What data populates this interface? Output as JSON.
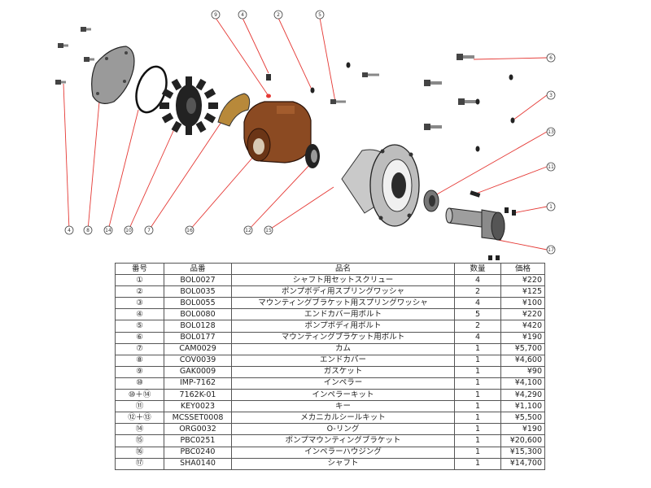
{
  "diagram": {
    "callouts": [
      {
        "id": "9",
        "label": "9"
      },
      {
        "id": "4a",
        "label": "4"
      },
      {
        "id": "2",
        "label": "2"
      },
      {
        "id": "5",
        "label": "5"
      },
      {
        "id": "6",
        "label": "6"
      },
      {
        "id": "3",
        "label": "3"
      },
      {
        "id": "13",
        "label": "13"
      },
      {
        "id": "11",
        "label": "11"
      },
      {
        "id": "1",
        "label": "1"
      },
      {
        "id": "17",
        "label": "17"
      },
      {
        "id": "4b",
        "label": "4"
      },
      {
        "id": "8",
        "label": "8"
      },
      {
        "id": "14",
        "label": "14"
      },
      {
        "id": "10",
        "label": "10"
      },
      {
        "id": "7",
        "label": "7"
      },
      {
        "id": "16",
        "label": "16"
      },
      {
        "id": "12",
        "label": "12"
      },
      {
        "id": "15",
        "label": "15"
      }
    ],
    "colors": {
      "leader": "#e53935",
      "bronze": "#8b4a22",
      "steel": "#a9a9a9",
      "black_rubber": "#222222",
      "brass": "#b8893a"
    }
  },
  "table": {
    "headers": {
      "no": "番号",
      "code": "品番",
      "name": "品名",
      "qty": "数量",
      "price": "価格"
    },
    "rows": [
      {
        "no": "①",
        "code": "BOL0027",
        "name": "シャフト用セットスクリュー",
        "qty": "4",
        "price": "¥220"
      },
      {
        "no": "②",
        "code": "BOL0035",
        "name": "ポンプボディ用スプリングワッシャ",
        "qty": "2",
        "price": "¥125"
      },
      {
        "no": "③",
        "code": "BOL0055",
        "name": "マウンティングブラケット用スプリングワッシャ",
        "qty": "4",
        "price": "¥100"
      },
      {
        "no": "④",
        "code": "BOL0080",
        "name": "エンドカバー用ボルト",
        "qty": "5",
        "price": "¥220"
      },
      {
        "no": "⑤",
        "code": "BOL0128",
        "name": "ポンプボディ用ボルト",
        "qty": "2",
        "price": "¥420"
      },
      {
        "no": "⑥",
        "code": "BOL0177",
        "name": "マウンティングブラケット用ボルト",
        "qty": "4",
        "price": "¥190"
      },
      {
        "no": "⑦",
        "code": "CAM0029",
        "name": "カム",
        "qty": "1",
        "price": "¥5,700"
      },
      {
        "no": "⑧",
        "code": "COV0039",
        "name": "エンドカバー",
        "qty": "1",
        "price": "¥4,600"
      },
      {
        "no": "⑨",
        "code": "GAK0009",
        "name": "ガスケット",
        "qty": "1",
        "price": "¥90"
      },
      {
        "no": "⑩",
        "code": "IMP-7162",
        "name": "インペラー",
        "qty": "1",
        "price": "¥4,100"
      },
      {
        "no": "⑩＋⑭",
        "code": "7162K-01",
        "name": "インペラーキット",
        "qty": "1",
        "price": "¥4,290"
      },
      {
        "no": "⑪",
        "code": "KEY0023",
        "name": "キー",
        "qty": "1",
        "price": "¥1,100"
      },
      {
        "no": "⑫＋⑬",
        "code": "MCSSET0008",
        "name": "メカニカルシールキット",
        "qty": "1",
        "price": "¥5,500"
      },
      {
        "no": "⑭",
        "code": "ORG0032",
        "name": "O-リング",
        "qty": "1",
        "price": "¥190"
      },
      {
        "no": "⑮",
        "code": "PBC0251",
        "name": "ポンプマウンティングブラケット",
        "qty": "1",
        "price": "¥20,600"
      },
      {
        "no": "⑯",
        "code": "PBC0240",
        "name": "インペラーハウジング",
        "qty": "1",
        "price": "¥15,300"
      },
      {
        "no": "⑰",
        "code": "SHA0140",
        "name": "シャフト",
        "qty": "1",
        "price": "¥14,700"
      }
    ]
  }
}
